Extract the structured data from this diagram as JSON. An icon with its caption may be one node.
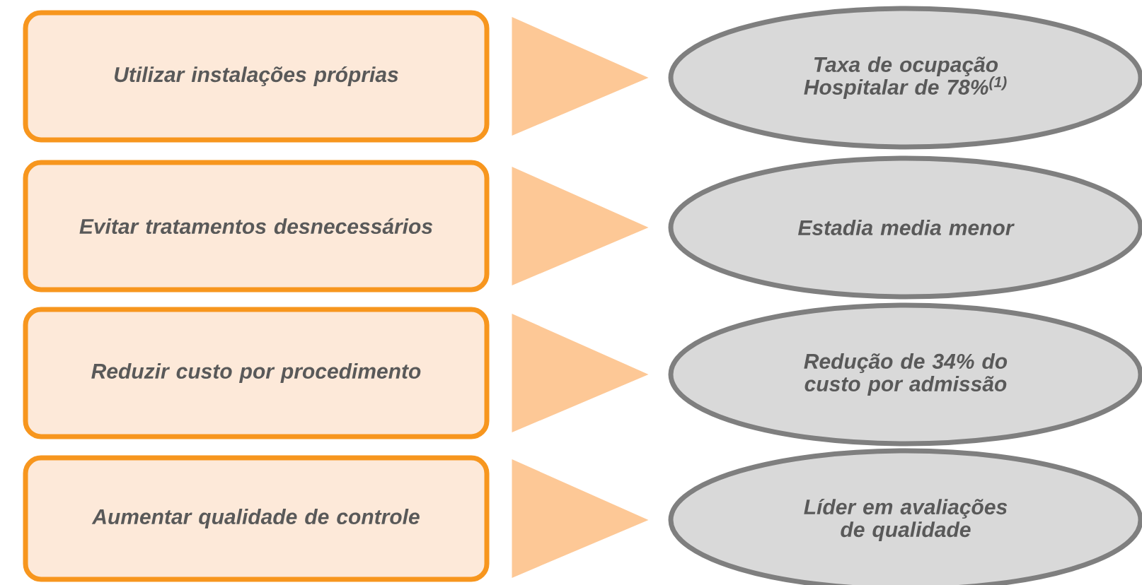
{
  "diagram": {
    "nodes": [
      {
        "text": [
          "Utilizar instalações próprias"
        ]
      },
      {
        "text": [
          "Taxa de ocupação Hospitalar de 78%$^{(1)}$"
        ]
      },
      {
        "text": [
          "Evitar tratamentos desnecessários"
        ]
      },
      {
        "text": [
          "Estadia media menor"
        ]
      },
      {
        "text": [
          "Reduzir custo por procedimento"
        ]
      },
      {
        "text": [
          "Redução de 34% do custo por admissão"
        ]
      },
      {
        "text": [
          "Aumentar qualidade de controle"
        ]
      },
      {
        "text": [
          "Líder em avaliações de qualidade"
        ]
      }
    ],
    "edges": [
      {
        "from": 0,
        "to": 1,
        "arrow": "to"
      },
      {
        "from": 2,
        "to": 3,
        "arrow": "to"
      },
      {
        "from": 4,
        "to": 5,
        "arrow": "to"
      },
      {
        "from": 6,
        "to": 7,
        "arrow": "to"
      }
    ]
  }
}
